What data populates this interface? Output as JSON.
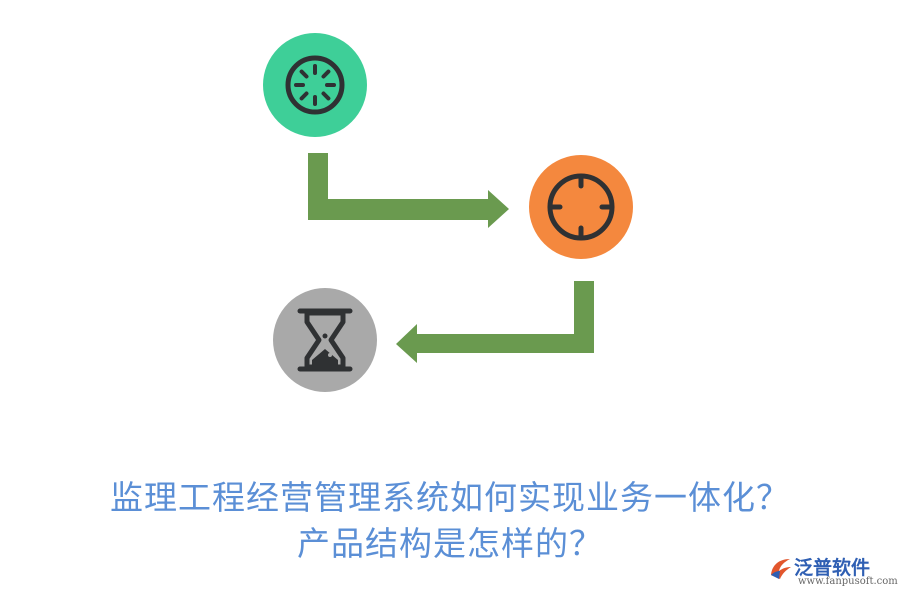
{
  "colors": {
    "teal": "#3ecf98",
    "orange": "#f4883e",
    "gray": "#a9a9a9",
    "arrow_green": "#6a9a4f",
    "icon_dark": "#2f3133",
    "title_blue": "#5b8fd6",
    "brand_blue": "#2f5fb3"
  },
  "icons": {
    "step1": "dial-icon",
    "step2": "crosshair-target-icon",
    "step3": "hourglass-icon"
  },
  "title": {
    "line1": "监理工程经营管理系统如何实现业务一体化？",
    "line2": "产品结构是怎样的？"
  },
  "brand": {
    "name": "泛普软件",
    "url": "www.fanpusoft.com"
  }
}
